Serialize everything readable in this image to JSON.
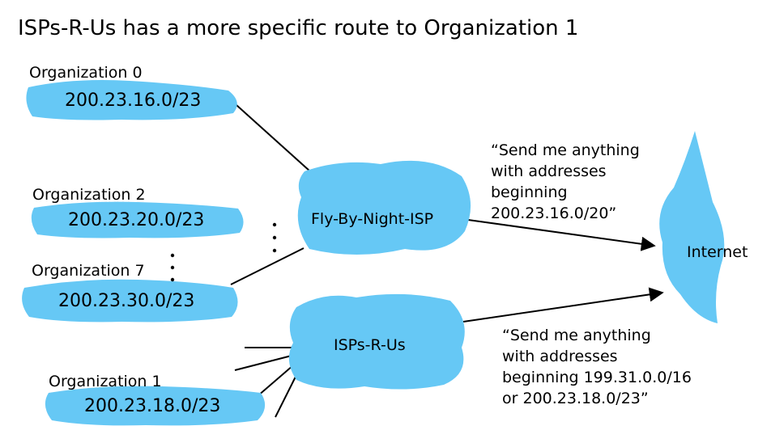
{
  "title": "ISPs-R-Us has a more specific route to Organization 1",
  "organizations": [
    {
      "label": "Organization 0",
      "prefix": "200.23.16.0/23"
    },
    {
      "label": "Organization 2",
      "prefix": "200.23.20.0/23"
    },
    {
      "label": "Organization 7",
      "prefix": "200.23.30.0/23"
    },
    {
      "label": "Organization 1",
      "prefix": "200.23.18.0/23"
    }
  ],
  "isps": [
    {
      "label": "Fly-By-Night-ISP"
    },
    {
      "label": "ISPs-R-Us"
    }
  ],
  "internet_label": "Internet",
  "messages": [
    {
      "lines": [
        "“Send me anything",
        "with addresses",
        "beginning",
        "200.23.16.0/20”"
      ]
    },
    {
      "lines": [
        "“Send me anything",
        "with addresses",
        "beginning 199.31.0.0/16",
        "or 200.23.18.0/23”"
      ]
    }
  ],
  "colors": {
    "cloud": "#66c8f5",
    "line": "#000000",
    "text": "#000000"
  }
}
